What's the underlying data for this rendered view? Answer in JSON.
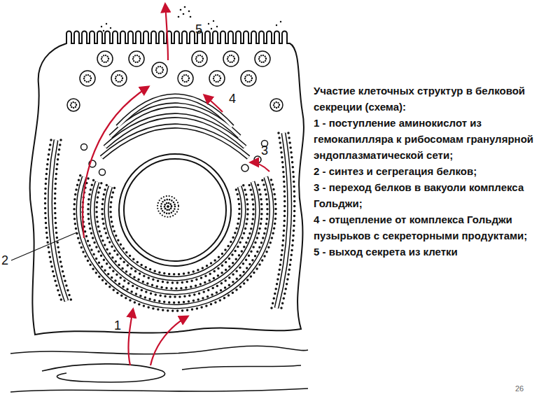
{
  "diagram": {
    "title": "Участие клеточных структур в белковой секреции (схема):",
    "labels": [
      "1 - поступление аминокислот из гемокапилляра к рибосомам гранулярной эндоплазматической сети;",
      "2 - синтез и сегрегация белков;",
      "3 - переход белков в вакуоли комплекса Гольджи;",
      "4 - отщепление от комплекса Гольджи пузырьков с секреторными продуктами;",
      "5 - выход секрета из клетки",
      "5",
      "4",
      "3",
      "2",
      "1",
      "26"
    ]
  }
}
